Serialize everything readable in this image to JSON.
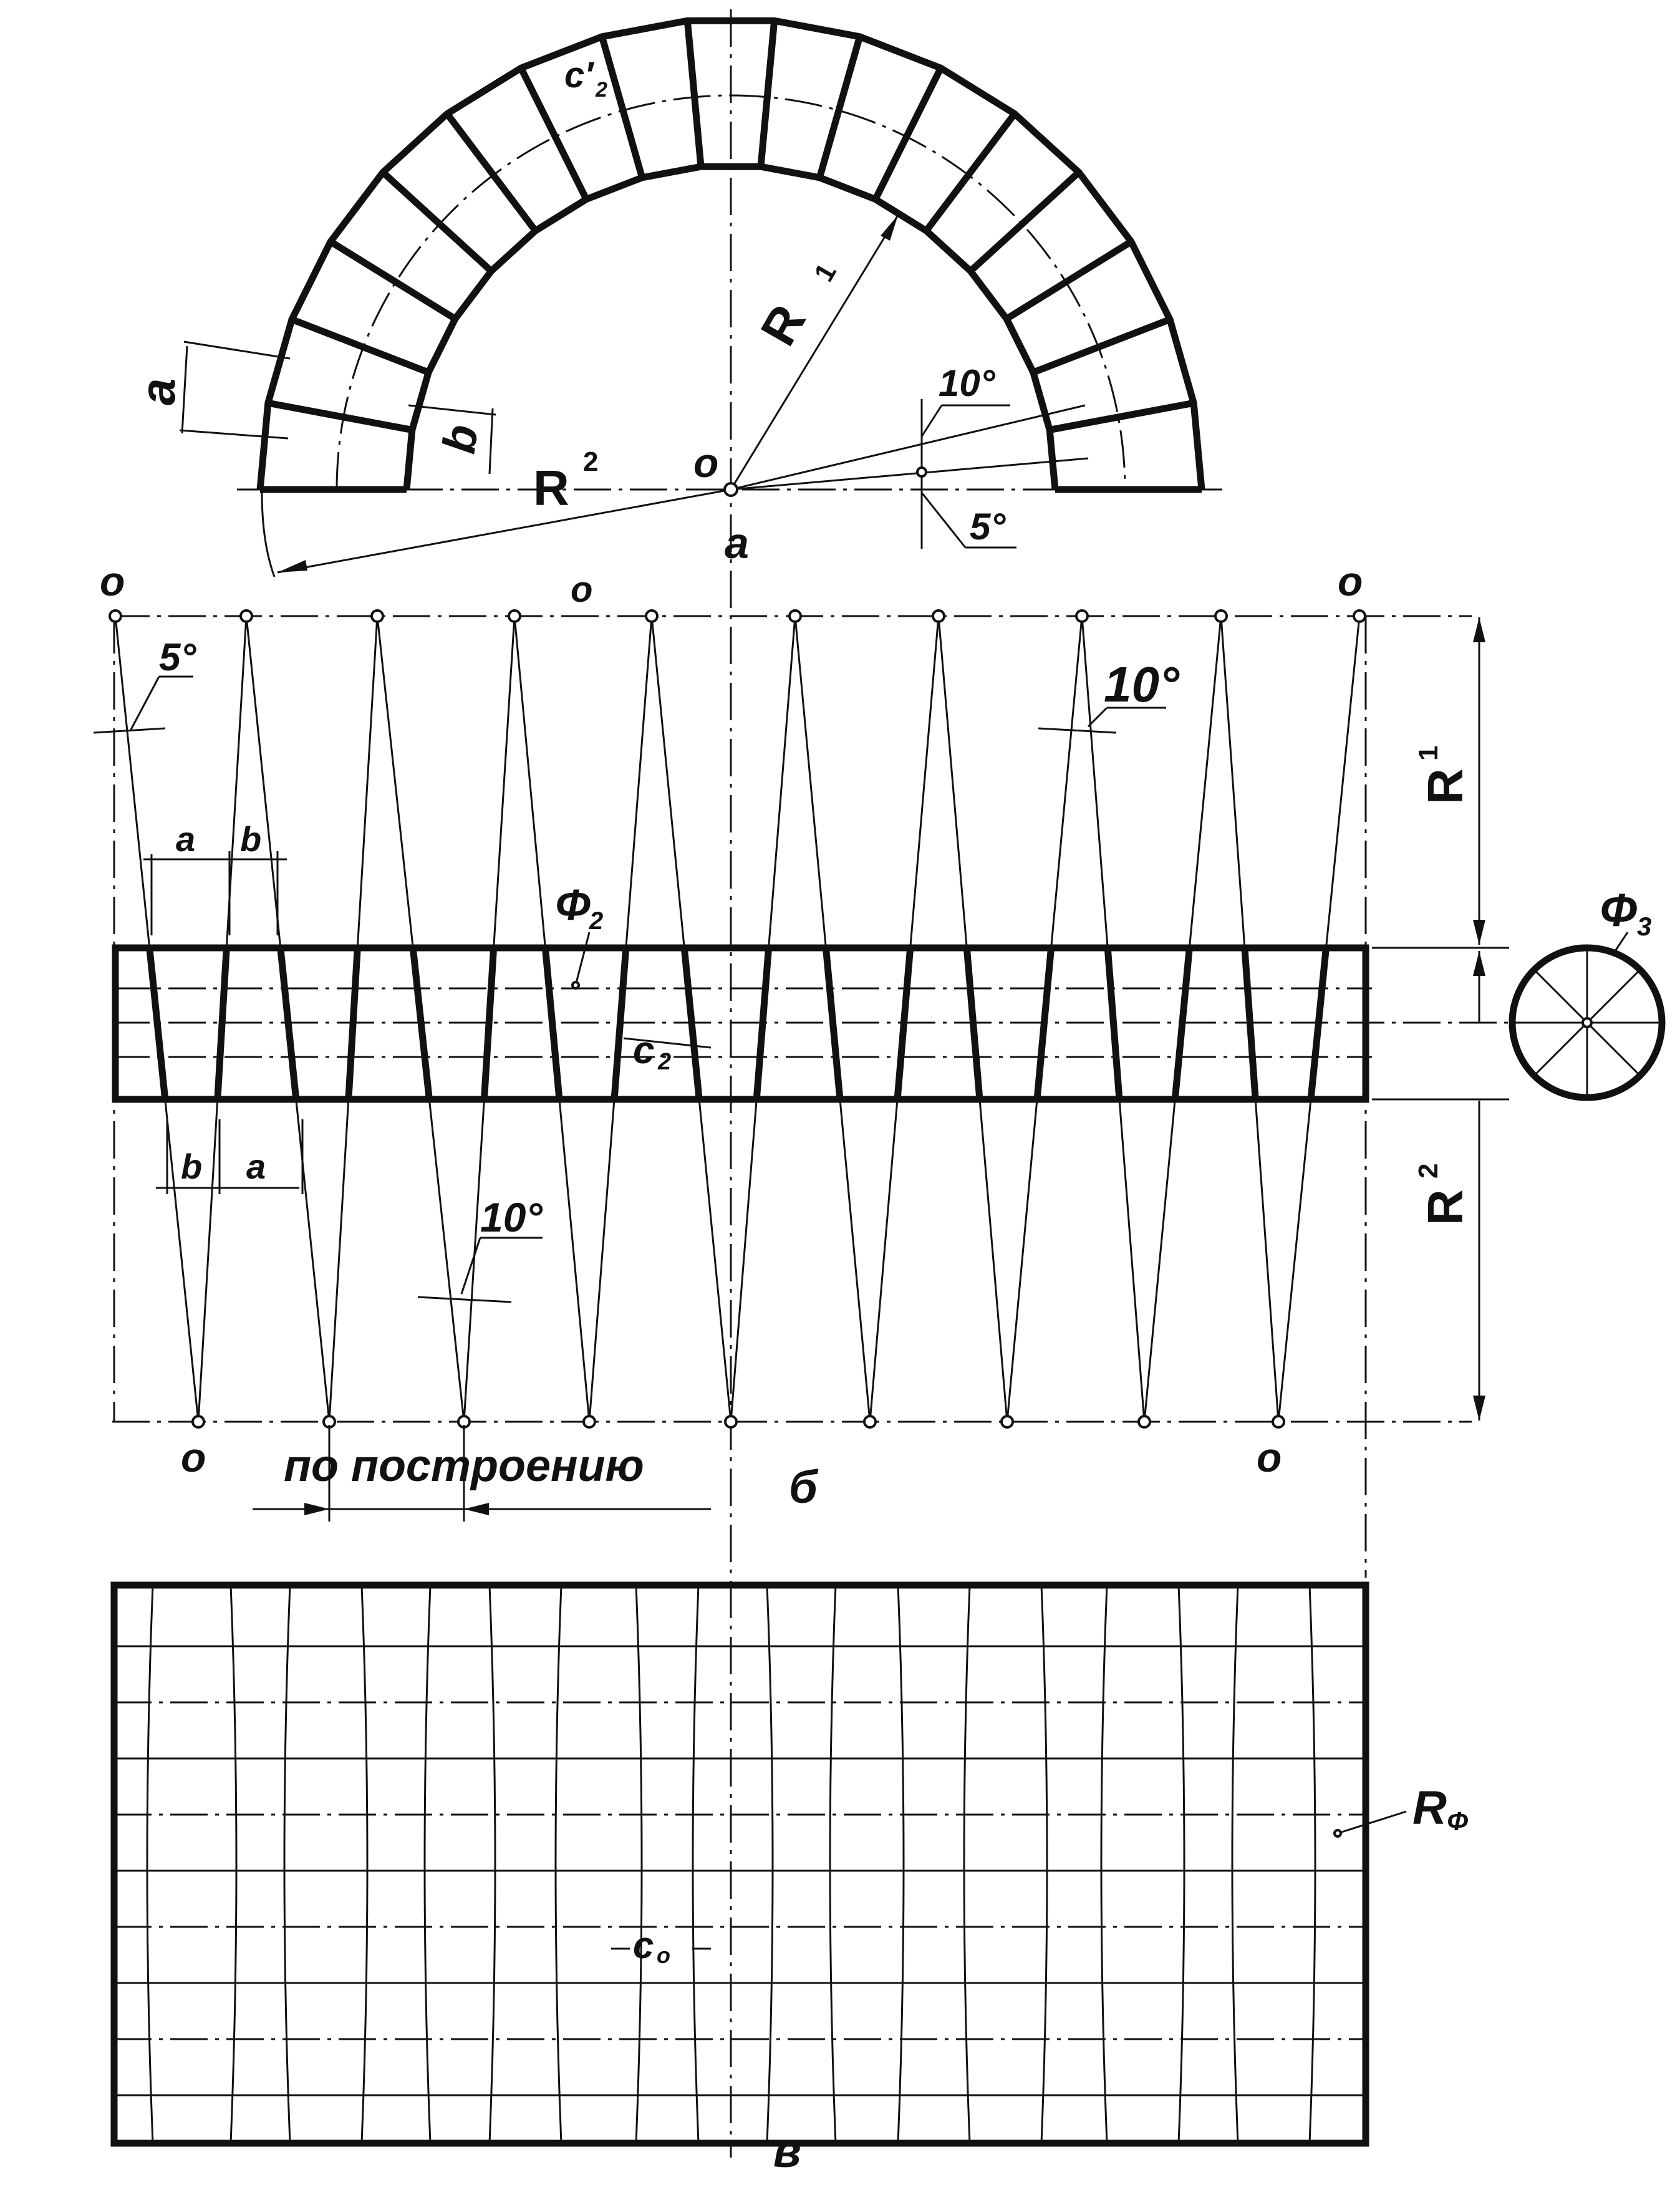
{
  "arch_view": {
    "label_c2_prime": "c′",
    "label_c2_prime_sub": "2",
    "label_R1": "R",
    "label_R1_sup": "1",
    "label_R2": "R",
    "label_R2_sup": "2",
    "label_o": "o",
    "label_a_dim": "a",
    "label_b_dim": "b",
    "angle_10": "10°",
    "angle_5": "5°",
    "caption": "a"
  },
  "band_view": {
    "label_o_top_left": "o",
    "label_o_top_mid": "o",
    "label_o_top_right": "o",
    "label_o_bottom_left": "o",
    "label_o_bottom_right": "o",
    "angle_5": "5°",
    "angle_10_top": "10°",
    "angle_10_bottom": "10°",
    "label_a_top": "a",
    "label_b_top": "b",
    "label_b_bottom": "b",
    "label_a_bottom": "a",
    "label_F2": "Φ",
    "label_F2_sub": "2",
    "label_c2": "c",
    "label_c2_sub": "2",
    "label_F3": "Φ",
    "label_F3_sub": "3",
    "label_R1": "R",
    "label_R1_sup": "1",
    "label_R2": "R",
    "label_R2_sup": "2",
    "construction_note": "по  построению",
    "caption": "б"
  },
  "grid_view": {
    "label_RF": "R",
    "label_RF_sub": "Φ",
    "label_c0": "c",
    "label_c0_sub": "o",
    "caption": "в"
  }
}
